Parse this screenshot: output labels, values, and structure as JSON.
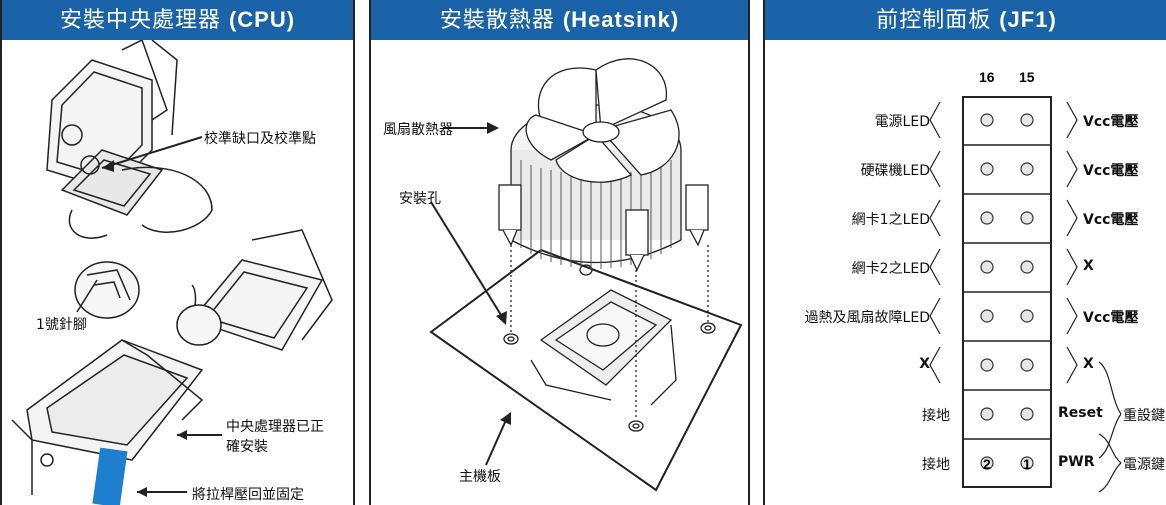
{
  "panels": [
    {
      "title_zh": "安裝中央處理器",
      "title_en": "(CPU)"
    },
    {
      "title_zh": "安裝散熱器",
      "title_en": "(Heatsink)"
    },
    {
      "title_zh": "前控制面板",
      "title_en": "(JF1)"
    }
  ],
  "cpu": {
    "notch_label": "校準缺口及校準點",
    "pin1_label": "1號針腳",
    "installed_label_1": "中央處理器已正",
    "installed_label_2": "確安裝",
    "lever_label": "將拉桿壓回並固定"
  },
  "heatsink": {
    "fan_label": "風扇散熱器",
    "hole_label": "安裝孔",
    "board_label": "主機板"
  },
  "jf1": {
    "top_numbers": [
      "16",
      "15"
    ],
    "bottom_numbers": [
      "2",
      "1"
    ],
    "rows": [
      {
        "left": "電源LED",
        "right": "Vcc電壓",
        "right_extra": ""
      },
      {
        "left": "硬碟機LED",
        "right": "Vcc電壓",
        "right_extra": ""
      },
      {
        "left": "網卡1之LED",
        "right": "Vcc電壓",
        "right_extra": ""
      },
      {
        "left": "網卡2之LED",
        "right": "X",
        "right_extra": ""
      },
      {
        "left": "過熱及風扇故障LED",
        "right": "Vcc電壓",
        "right_extra": ""
      },
      {
        "left": "X",
        "right": "X",
        "right_extra": ""
      },
      {
        "left": "接地",
        "right": "Reset",
        "right_extra": "重設鍵"
      },
      {
        "left": "接地",
        "right": "PWR",
        "right_extra": "電源鍵"
      }
    ]
  }
}
